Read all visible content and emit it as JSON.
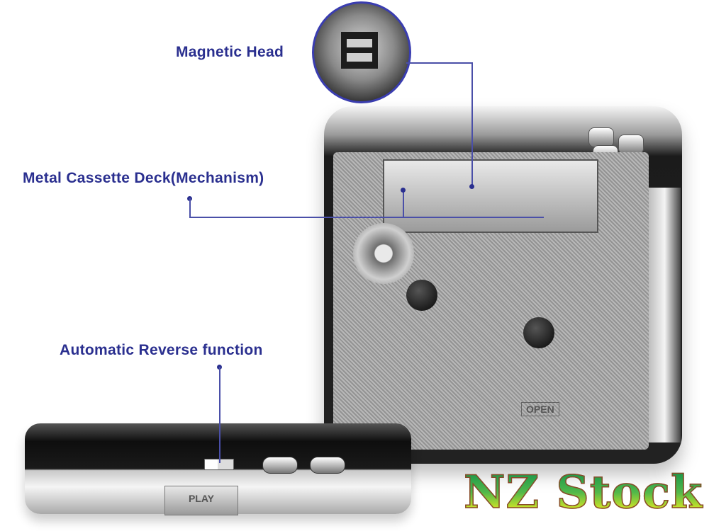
{
  "callouts": {
    "magnetic_head": "Magnetic Head",
    "cassette_deck": "Metal Cassette Deck(Mechanism)",
    "auto_reverse": "Automatic Reverse function"
  },
  "device": {
    "open_label": "OPEN",
    "play_label": "PLAY"
  },
  "watermark": "NZ Stock",
  "colors": {
    "callout": "#2a2f8f",
    "stock_top": "#1f9a4a",
    "stock_bottom": "#f5f21a"
  }
}
